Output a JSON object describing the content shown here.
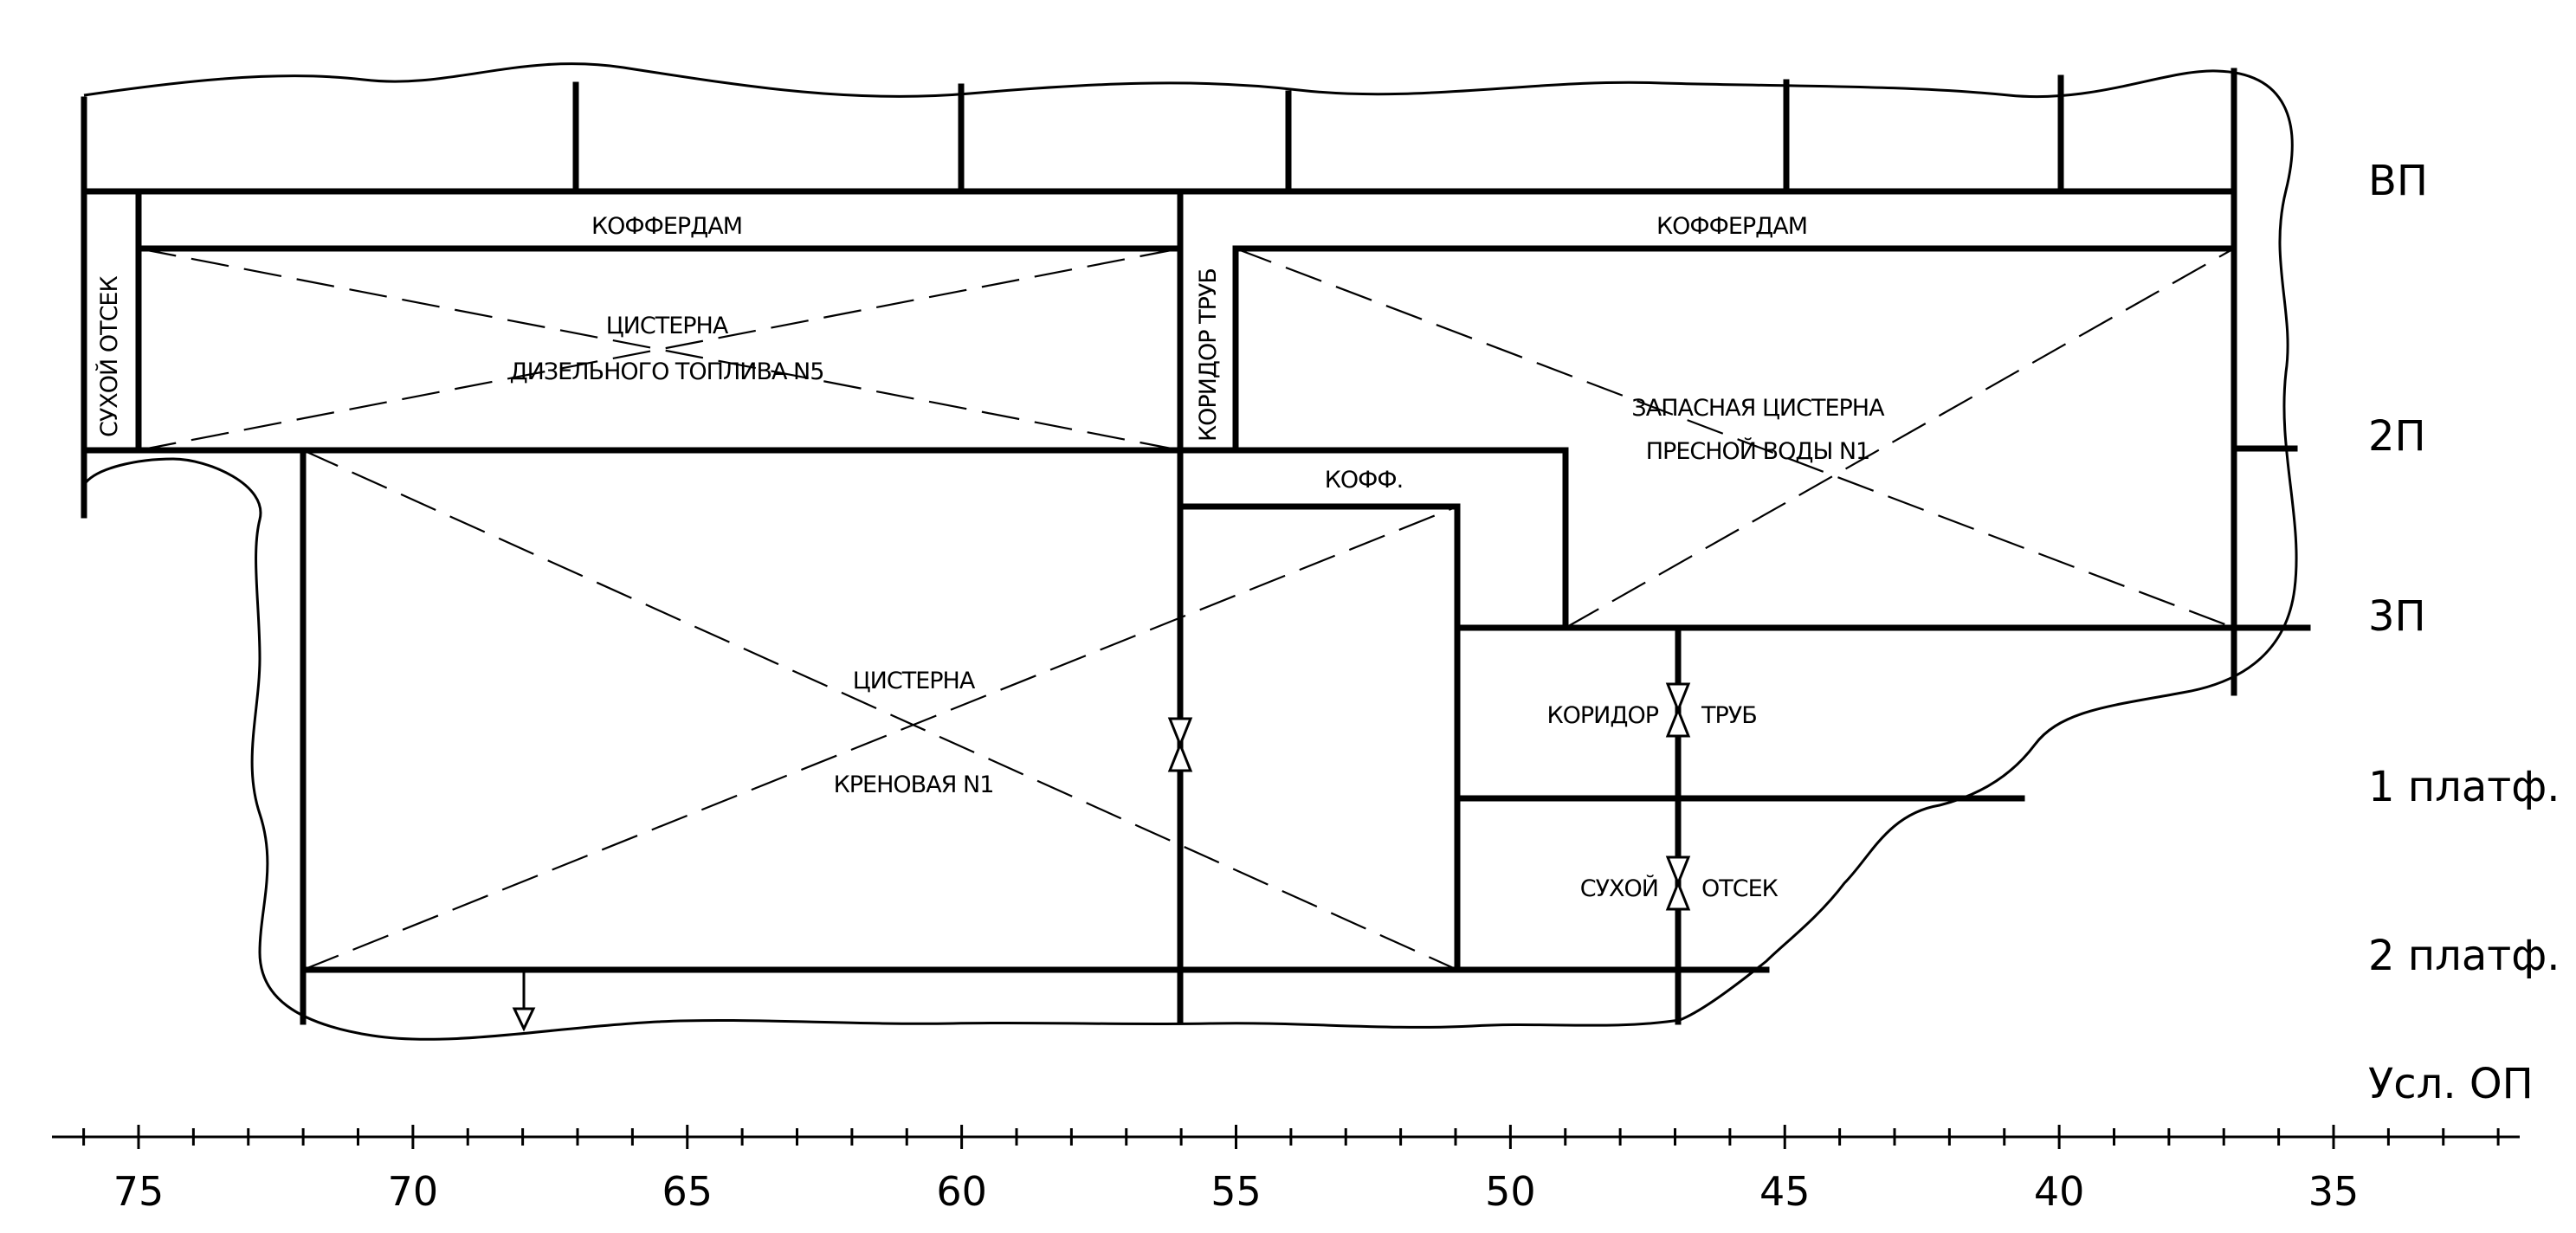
{
  "compartments": {
    "dry_left": "СУХОЙ ОТСЕК",
    "cofferdam_left": "КОФФЕРДАМ",
    "diesel_tank_line1": "ЦИСТЕРНА",
    "diesel_tank_line2": "ДИЗЕЛЬНОГО   ТОПЛИВА N5",
    "pipe_corridor_vertical": "КОРИДОР ТРУБ",
    "cofferdam_right": "КОФФЕРДАМ",
    "reserve_tank_line1": "ЗАПАСНАЯ ЦИСТЕРНА",
    "reserve_tank_line2": "ПРЕСНОЙ ВОДЫ N1",
    "koff": "КОФФ.",
    "heel_tank_line1": "ЦИСТЕРНА",
    "heel_tank_line2": "КРЕНОВАЯ N1",
    "pipe_corridor_a": "КОРИДОР",
    "pipe_corridor_b": "ТРУБ",
    "dry_right_a": "СУХОЙ",
    "dry_right_b": "ОТСЕК"
  },
  "decks": [
    "ВП",
    "2П",
    "3П",
    "1  платф.",
    "2  платф.",
    "Усл. ОП"
  ],
  "frame_scale": {
    "labels": [
      "75",
      "70",
      "65",
      "60",
      "55",
      "50",
      "45",
      "40",
      "35"
    ]
  }
}
